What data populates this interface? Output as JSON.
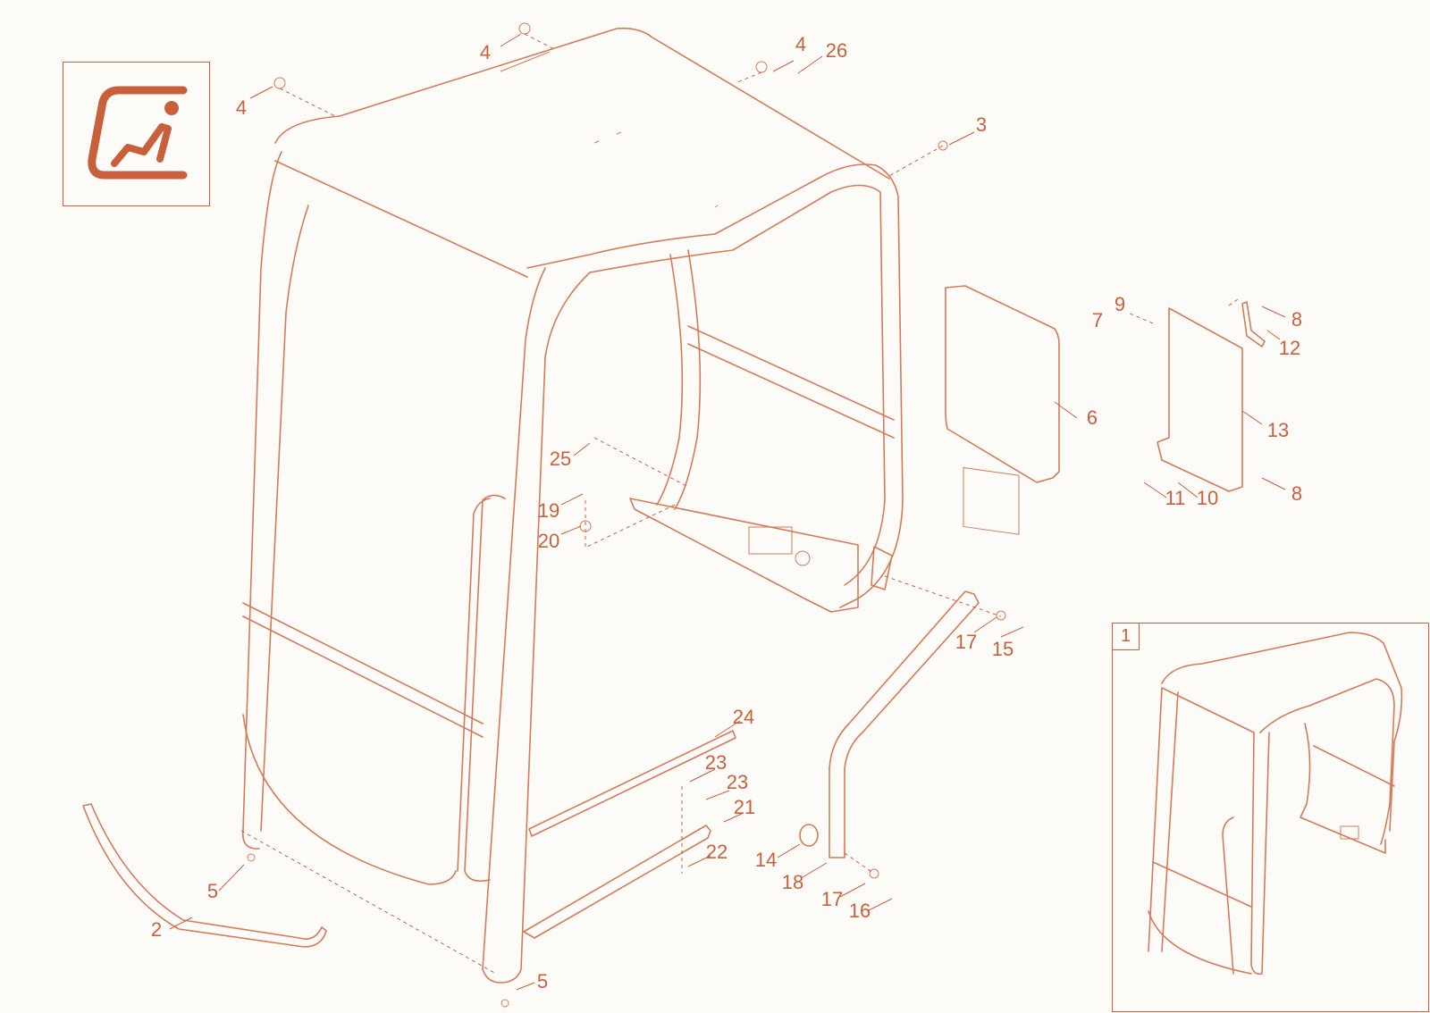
{
  "colors": {
    "ink": "#c9603c",
    "line": "#d47a58",
    "background": "#fdfbf8"
  },
  "icon": {
    "name": "operator-seat-icon"
  },
  "inset": {
    "label": "1"
  },
  "callouts": [
    {
      "id": "c4a",
      "text": "4"
    },
    {
      "id": "c4b",
      "text": "4"
    },
    {
      "id": "c4c",
      "text": "4"
    },
    {
      "id": "c26",
      "text": "26"
    },
    {
      "id": "c3",
      "text": "3"
    },
    {
      "id": "c9",
      "text": "9"
    },
    {
      "id": "c7",
      "text": "7"
    },
    {
      "id": "c8a",
      "text": "8"
    },
    {
      "id": "c12",
      "text": "12"
    },
    {
      "id": "c6",
      "text": "6"
    },
    {
      "id": "c13",
      "text": "13"
    },
    {
      "id": "c8b",
      "text": "8"
    },
    {
      "id": "c11",
      "text": "11"
    },
    {
      "id": "c10",
      "text": "10"
    },
    {
      "id": "c25",
      "text": "25"
    },
    {
      "id": "c19",
      "text": "19"
    },
    {
      "id": "c20",
      "text": "20"
    },
    {
      "id": "c17a",
      "text": "17"
    },
    {
      "id": "c15",
      "text": "15"
    },
    {
      "id": "c24",
      "text": "24"
    },
    {
      "id": "c23a",
      "text": "23"
    },
    {
      "id": "c23b",
      "text": "23"
    },
    {
      "id": "c21",
      "text": "21"
    },
    {
      "id": "c22",
      "text": "22"
    },
    {
      "id": "c14",
      "text": "14"
    },
    {
      "id": "c18",
      "text": "18"
    },
    {
      "id": "c17b",
      "text": "17"
    },
    {
      "id": "c16",
      "text": "16"
    },
    {
      "id": "c5a",
      "text": "5"
    },
    {
      "id": "c2",
      "text": "2"
    },
    {
      "id": "c5b",
      "text": "5"
    }
  ]
}
